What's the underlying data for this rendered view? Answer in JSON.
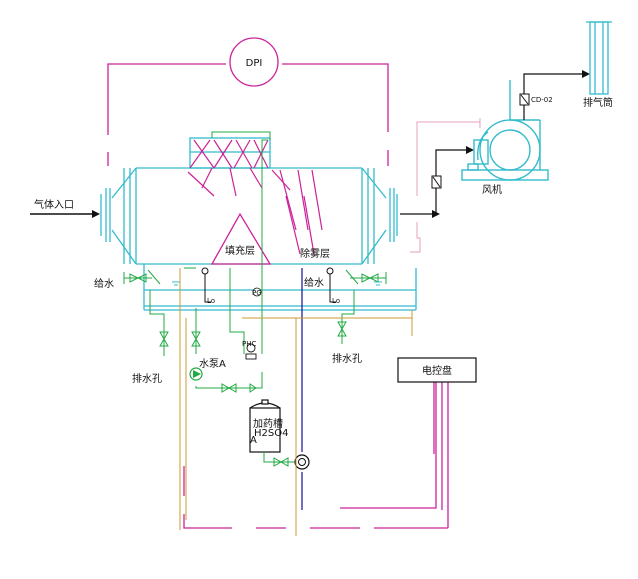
{
  "labels": {
    "dpi": "DPI",
    "gas_inlet": "气体入口",
    "packing_layer": "填充层",
    "demister_layer": "除雾层",
    "water_feed_left": "给水",
    "water_feed_right": "给水",
    "drain_left": "排水孔",
    "drain_right": "排水孔",
    "pump": "水泵A",
    "dosing_tank_line1": "加药槽",
    "dosing_tank_line2": "H2SO4",
    "dosing_tank_line3": "A",
    "control_panel": "电控盘",
    "fan": "风机",
    "stack": "排气筒",
    "damper_tag": "CD-02",
    "pg": "PG",
    "phc": "PHC",
    "lo_left": "Lo",
    "lo_right": "Lo"
  },
  "colors": {
    "tower": "#33bbcc",
    "signal": "#cc2299",
    "water": "#22aa44",
    "dosing": "#22229a",
    "cable": "#cc9933",
    "duct": "#e6a0c0",
    "line": "#111111"
  },
  "icons": [
    "pump-icon",
    "valve-icon",
    "fan-icon",
    "damper-icon",
    "float-switch-icon",
    "gauge-icon"
  ]
}
